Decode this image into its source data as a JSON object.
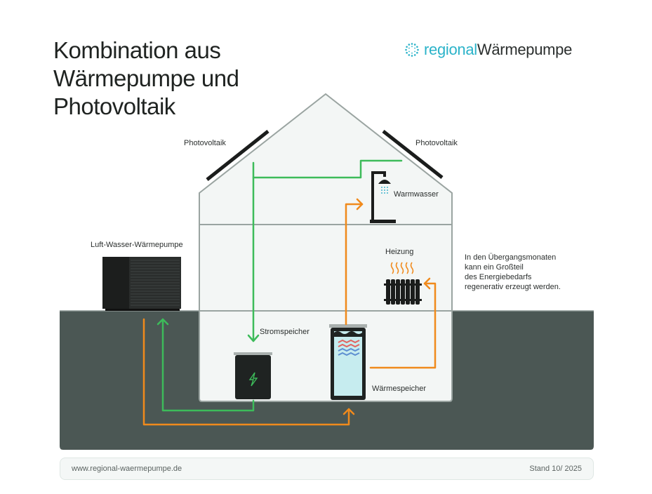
{
  "title_lines": [
    "Kombination aus",
    "Wärmepumpe und",
    "Photovoltaik"
  ],
  "logo": {
    "accent": "regional",
    "rest": "Wärmepumpe",
    "icon": "sun-ring-icon"
  },
  "labels": {
    "pv_left": "Photovoltaik",
    "pv_right": "Photovoltaik",
    "warmwasser": "Warmwasser",
    "heizung": "Heizung",
    "heat_pump": "Luft-Wasser-Wärmepumpe",
    "stromspeicher": "Stromspeicher",
    "waermespeicher": "Wärmespeicher"
  },
  "note": {
    "lines": [
      "In den Übergangsmonaten",
      "kann ein Großteil",
      "des Energiebedarfs",
      "regenerativ erzeugt werden."
    ]
  },
  "footer": {
    "url": "www.regional-waermepumpe.de",
    "stand": "Stand 10/ 2025"
  },
  "colors": {
    "green_flow": "#3dbb5a",
    "orange_flow": "#f08a1c",
    "ground": "#4b5754",
    "accent": "#2bb3c9",
    "house_fill": "#f3f6f5",
    "storage_water": "#c6ecef"
  }
}
